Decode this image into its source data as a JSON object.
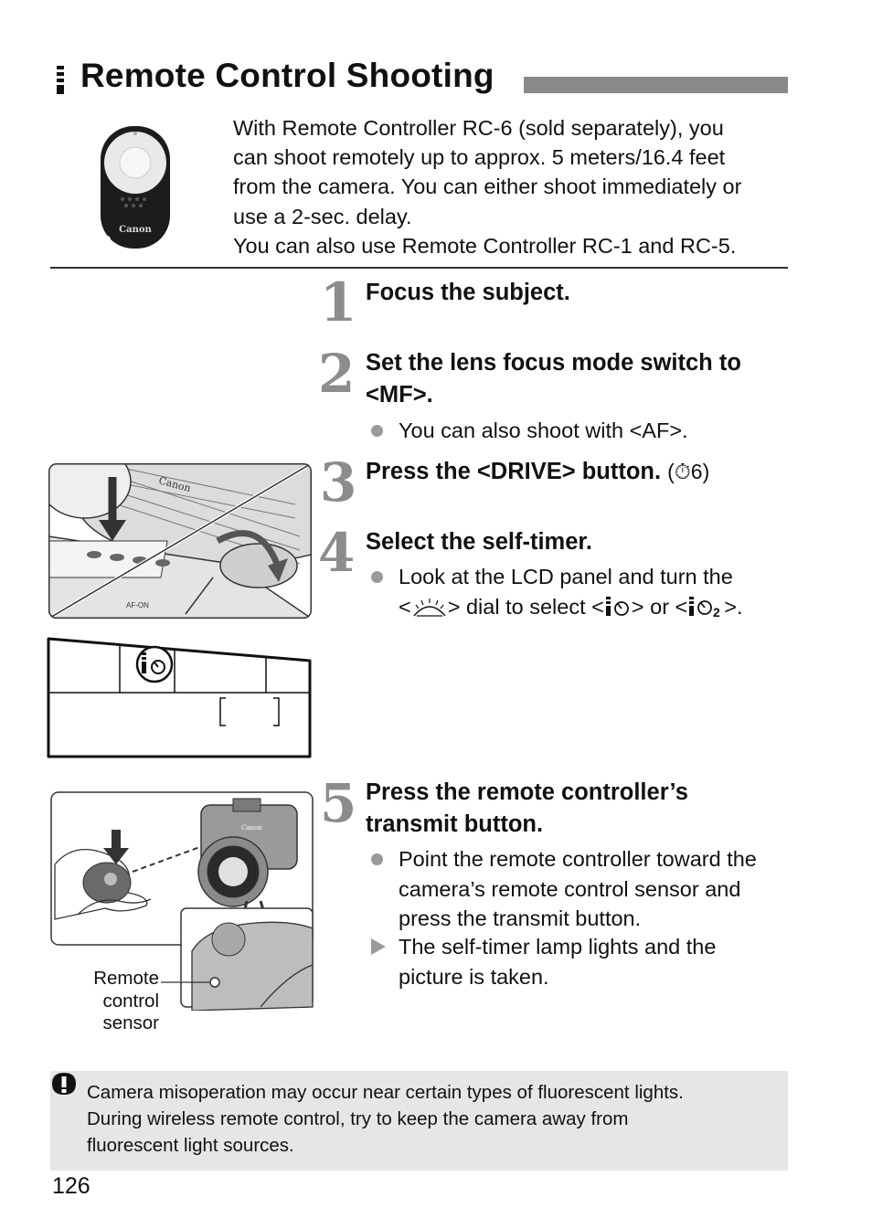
{
  "title": "Remote Control Shooting",
  "intro": [
    "With Remote Controller RC-6 (sold separately), you",
    "can shoot remotely up to approx. 5 meters/16.4 feet",
    "from the camera. You can either shoot immediately or",
    "use a 2-sec. delay.",
    "You can also use Remote Controller RC-1 and RC-5."
  ],
  "remote_logo": "Canon",
  "steps": [
    {
      "number": "1",
      "title": "Focus the subject."
    },
    {
      "number": "2",
      "title": "Set the lens focus mode switch to",
      "title2": "<MF>.",
      "bullet": "You can also shoot with <AF>."
    },
    {
      "number": "3",
      "title": "Press the <DRIVE> button.",
      "ref": "(⏱6)"
    },
    {
      "number": "4",
      "title": "Select the self-timer.",
      "bullet1": "Look at the LCD panel and turn the",
      "bullet2_a": "<",
      "bullet2_b": "> dial to select <",
      "bullet2_c": "> or <",
      "bullet2_d": ">."
    },
    {
      "number": "5",
      "title": "Press the remote controller’s",
      "title2": "transmit button.",
      "bullet": [
        "Point the remote controller toward the",
        "camera’s remote control sensor and",
        "press the transmit button."
      ],
      "result": [
        "The self-timer lamp lights and the",
        "picture is taken."
      ]
    }
  ],
  "sensor_label": [
    "Remote",
    "control",
    "sensor"
  ],
  "caution": [
    "Camera misoperation may occur near certain types of fluorescent lights.",
    "During wireless remote control, try to keep the camera away from",
    "fluorescent light sources."
  ],
  "page_number": "126",
  "icons": [
    "remote-mode-icon",
    "remote-controller-image",
    "camera-top-image",
    "lcd-panel-image",
    "remote-shooting-image",
    "caution-icon"
  ]
}
